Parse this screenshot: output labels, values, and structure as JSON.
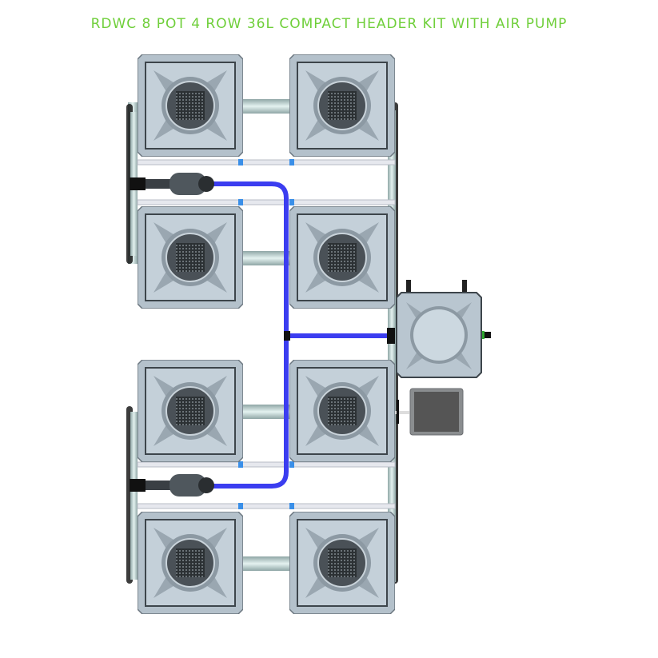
{
  "title": "RDWC 8 POT 4 ROW 36L COMPACT HEADER KIT WITH AIR PUMP",
  "colors": {
    "title": "#6fcf3a",
    "pot_body": "#b9c6d0",
    "pot_inner": "#4a5157",
    "hose": "#3b3df0",
    "pipe": "#c9dcdc",
    "air_pump": "#5a5a5a"
  },
  "components": {
    "pots": 8,
    "rows": 4,
    "controller": "header-tank",
    "air_pump": "air-pump"
  }
}
